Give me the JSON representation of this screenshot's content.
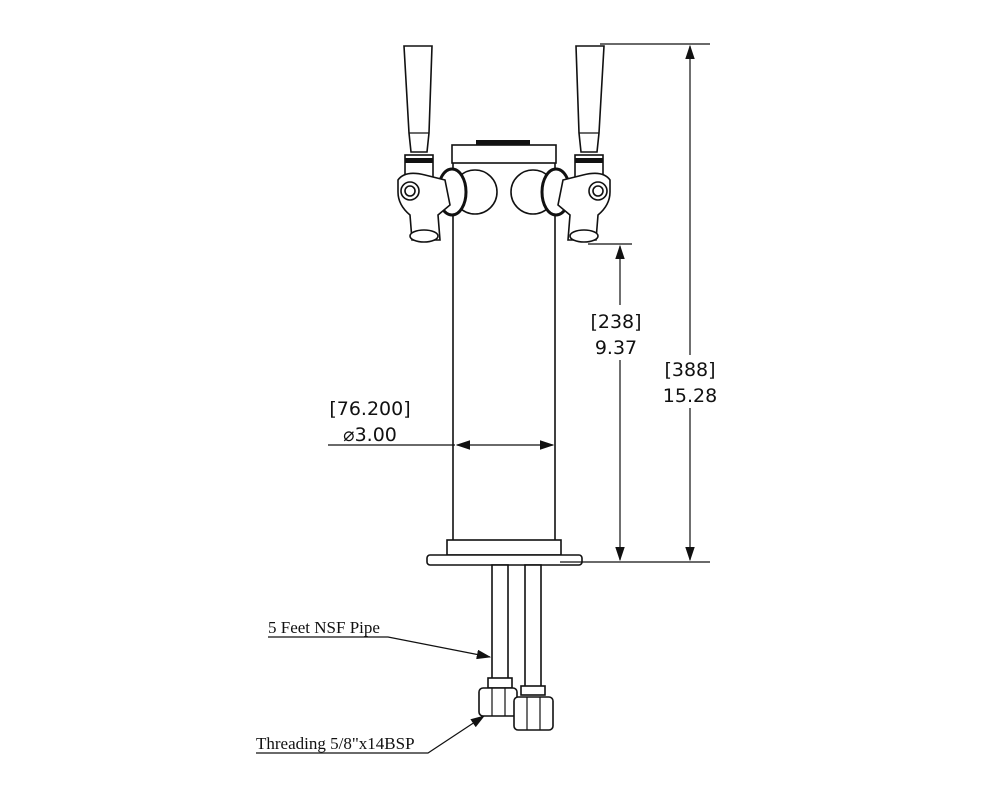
{
  "dimensions": {
    "overall_height": {
      "metric": "[388]",
      "imperial": "15.28"
    },
    "tap_height": {
      "metric": "[238]",
      "imperial": "9.37"
    },
    "diameter": {
      "metric": "[76.200]",
      "imperial": "⌀3.00"
    }
  },
  "callouts": {
    "pipe": "5 Feet NSF Pipe",
    "threading": "Threading 5/8\"x14BSP"
  },
  "colors": {
    "line": "#111111",
    "background": "#ffffff"
  }
}
